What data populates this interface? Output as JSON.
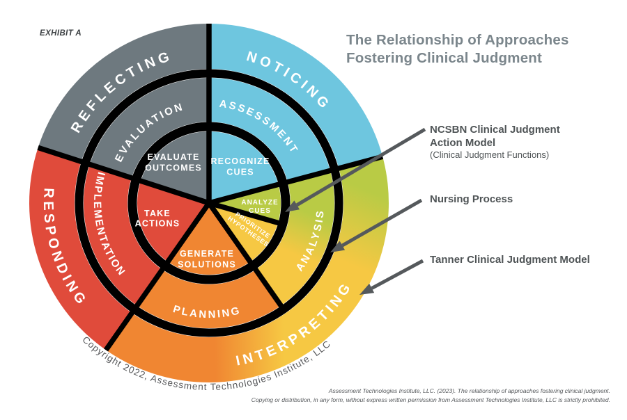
{
  "exhibit_label": "EXHIBIT A",
  "title": {
    "line1": "The Relationship of Approaches",
    "line2": "Fostering Clinical Judgment"
  },
  "annotations": [
    {
      "label_lines": [
        "NCSBN Clinical Judgment",
        "Action Model"
      ],
      "sublabel": "(Clinical Judgment Functions)",
      "target": "inner-ring"
    },
    {
      "label_lines": [
        "Nursing Process"
      ],
      "sublabel": "",
      "target": "middle-ring"
    },
    {
      "label_lines": [
        "Tanner Clinical Judgment Model"
      ],
      "sublabel": "",
      "target": "outer-ring"
    }
  ],
  "copyright_arc_text": "Copyright 2022, Assessment Technologies Institute, LLC",
  "footer": {
    "line1": "Assessment Technologies Institute, LLC. (2023). The relationship of approaches fostering clinical judgment.",
    "line2": "Copying or distribution, in any form,  without express written permission from Assessment Technologies Institute, LLC is strictly prohibited."
  },
  "colors": {
    "blue": "#6EC6DF",
    "slate": "#6E797F",
    "red": "#E04B3B",
    "orange": "#F08632",
    "yellow": "#F6C843",
    "lime": "#B9CB45",
    "divider_black": "#000000",
    "label_white": "#FFFFFF",
    "arrow_gray": "#55595C",
    "title_gray": "#7B868C",
    "annotation_text": "#4F5456",
    "footnote_gray": "#55585B",
    "copyright_gray": "#58595B",
    "exhibit_text": "#3C4043"
  },
  "chart_data": {
    "type": "concentric-ring-diagram",
    "description": "Three nested rings mapping Tanner Clinical Judgment Model phases to Nursing Process steps to NCSBN Clinical Judgment Action Model functions",
    "rings": [
      {
        "id": "outer",
        "model": "Tanner Clinical Judgment Model",
        "segments": [
          {
            "id": "noticing",
            "label": "NOTICING",
            "start_angle": 0,
            "end_angle": 75,
            "color_key": "blue"
          },
          {
            "id": "interpreting",
            "label": "INTERPRETING",
            "start_angle": 75,
            "end_angle": 215,
            "color_key": "lime_yellow_orange_gradient"
          },
          {
            "id": "responding",
            "label": "RESPONDING",
            "start_angle": 215,
            "end_angle": 288,
            "color_key": "red"
          },
          {
            "id": "reflecting",
            "label": "REFLECTING",
            "start_angle": 288,
            "end_angle": 360,
            "color_key": "slate"
          }
        ]
      },
      {
        "id": "middle",
        "model": "Nursing Process",
        "segments": [
          {
            "id": "assessment",
            "label": "ASSESSMENT",
            "start_angle": 0,
            "end_angle": 75,
            "color_key": "blue"
          },
          {
            "id": "analysis",
            "label": "ANALYSIS",
            "start_angle": 75,
            "end_angle": 145,
            "color_key": "lime_yellow_gradient"
          },
          {
            "id": "planning",
            "label": "PLANNING",
            "start_angle": 145,
            "end_angle": 215,
            "color_key": "orange"
          },
          {
            "id": "implementation",
            "label": "IMPLEMENTATION",
            "start_angle": 215,
            "end_angle": 288,
            "color_key": "red"
          },
          {
            "id": "evaluation",
            "label": "EVALUATION",
            "start_angle": 288,
            "end_angle": 360,
            "color_key": "slate"
          }
        ]
      },
      {
        "id": "inner",
        "model": "NCSBN Clinical Judgment Action Model (Clinical Judgment Functions)",
        "segments": [
          {
            "id": "recognize-cues",
            "label": "RECOGNIZE CUES",
            "label_lines": [
              "RECOGNIZE",
              "CUES"
            ],
            "start_angle": 0,
            "end_angle": 75,
            "color_key": "blue"
          },
          {
            "id": "analyze-cues",
            "label": "ANALYZE CUES",
            "label_lines": [
              "ANALYZE",
              "CUES"
            ],
            "start_angle": 75,
            "end_angle": 106,
            "color_key": "lime"
          },
          {
            "id": "prioritize-hypotheses",
            "label": "PRIORITIZE HYPOTHESES",
            "label_lines": [
              "PRIORITIZE",
              "HYPOTHESES"
            ],
            "start_angle": 106,
            "end_angle": 145,
            "color_key": "yellow"
          },
          {
            "id": "generate-solutions",
            "label": "GENERATE SOLUTIONS",
            "label_lines": [
              "GENERATE",
              "SOLUTIONS"
            ],
            "start_angle": 145,
            "end_angle": 215,
            "color_key": "orange"
          },
          {
            "id": "take-actions",
            "label": "TAKE ACTIONS",
            "label_lines": [
              "TAKE",
              "ACTIONS"
            ],
            "start_angle": 215,
            "end_angle": 288,
            "color_key": "red"
          },
          {
            "id": "evaluate-outcomes",
            "label": "EVALUATE OUTCOMES",
            "label_lines": [
              "EVALUATE",
              "OUTCOMES"
            ],
            "start_angle": 288,
            "end_angle": 360,
            "color_key": "slate"
          }
        ]
      }
    ]
  }
}
